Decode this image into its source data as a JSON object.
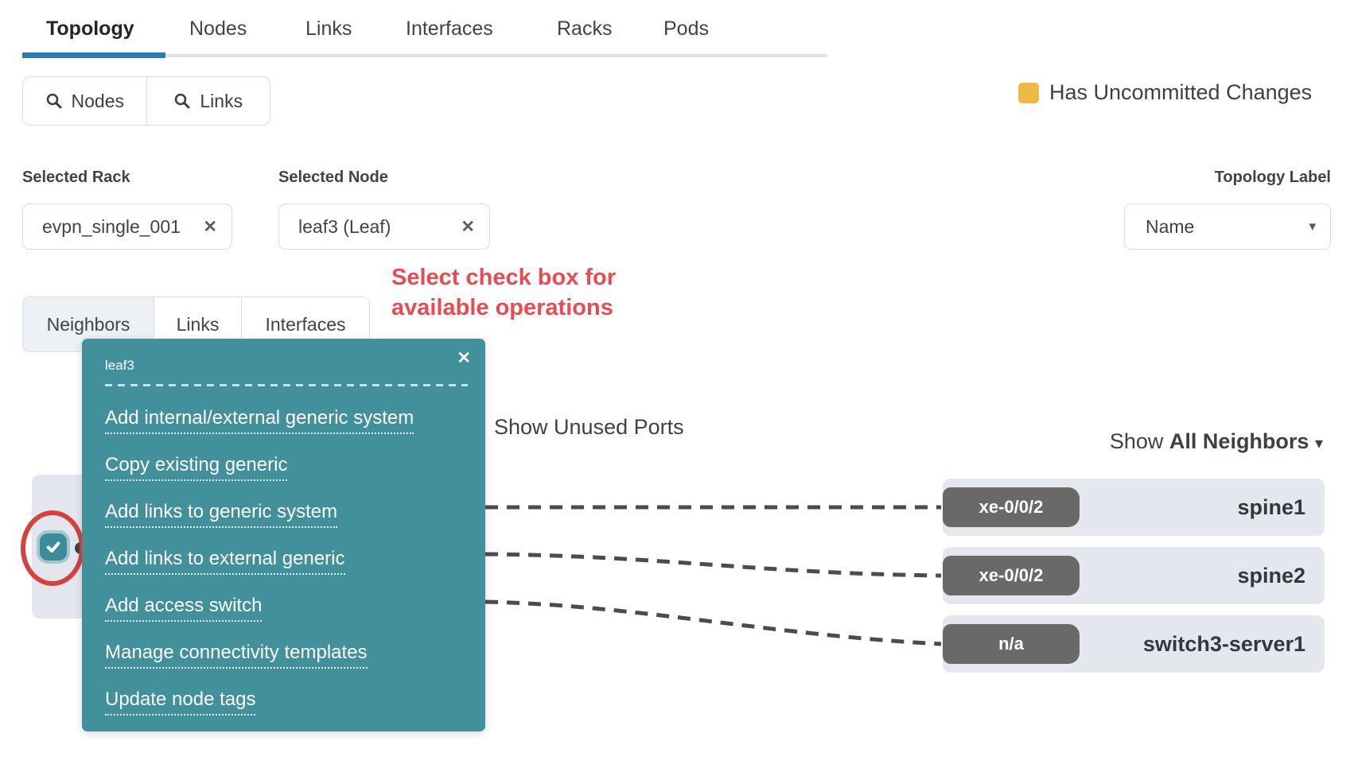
{
  "header": {
    "tabs": [
      {
        "label": "Topology"
      },
      {
        "label": "Nodes"
      },
      {
        "label": "Links"
      },
      {
        "label": "Interfaces"
      },
      {
        "label": "Racks"
      },
      {
        "label": "Pods"
      }
    ]
  },
  "search": {
    "nodes_label": "Nodes",
    "links_label": "Links"
  },
  "legend": {
    "label": "Has Uncommitted Changes",
    "color": "#efb944"
  },
  "filters": {
    "selected_rack": {
      "label": "Selected Rack",
      "value": "evpn_single_001"
    },
    "selected_node": {
      "label": "Selected Node",
      "value": "leaf3 (Leaf)"
    },
    "topology_label": {
      "label": "Topology Label",
      "value": "Name"
    }
  },
  "annotation": {
    "line1": "Select check box for",
    "line2": "available operations",
    "color": "#e84c50"
  },
  "subtabs": [
    {
      "label": "Neighbors"
    },
    {
      "label": "Links"
    },
    {
      "label": "Interfaces"
    }
  ],
  "popup": {
    "title": "leaf3",
    "close_glyph": "✕",
    "color": "#41909c",
    "items": [
      "Add internal/external generic system",
      "Copy existing generic",
      "Add links to generic system",
      "Add links to external generic",
      "Add access switch",
      "Manage connectivity templates",
      "Update node tags"
    ]
  },
  "canvas": {
    "show_unused_ports": "Show Unused Ports",
    "show_neighbors_prefix": "Show ",
    "show_neighbors_value": "All Neighbors",
    "neighbors": [
      {
        "port": "xe-0/0/2",
        "name": "spine1"
      },
      {
        "port": "xe-0/0/2",
        "name": "spine2"
      },
      {
        "port": "n/a",
        "name": "switch3-server1"
      }
    ]
  },
  "icons": {
    "clear_glyph": "✕",
    "caret_glyph": "▾"
  }
}
